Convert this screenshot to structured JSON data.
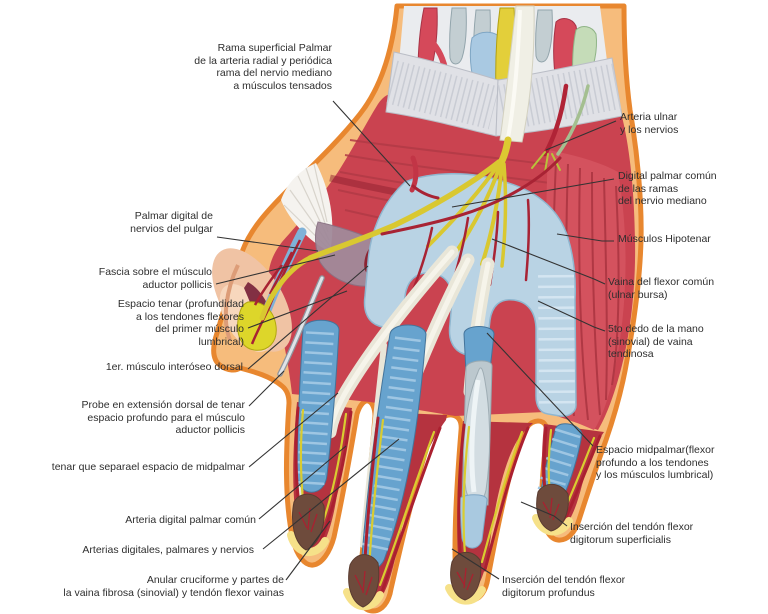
{
  "figure": {
    "subject": "Disección anatómica de la palma de la mano con vainas tendinosas, nervios y arterias"
  },
  "labels": [
    {
      "id": "rama-superficial-palmar",
      "text": "Rama superficial Palmar\nde la arteria radial y periódica\nrama del nervio mediano\na músculos tensados"
    },
    {
      "id": "arteria-ulnar",
      "text": "Arteria ulnar\ny los nervios"
    },
    {
      "id": "digital-palmar-comun",
      "text": "Digital palmar común\nde las ramas\ndel nervio mediano"
    },
    {
      "id": "musculos-hipotenar",
      "text": "Músculos Hipotenar"
    },
    {
      "id": "vaina-flexor-comun",
      "text": "Vaina del flexor común\n(ulnar bursa)"
    },
    {
      "id": "quinto-dedo-vaina",
      "text": "5to dedo de la mano\n(sinovial) de vaina\ntendinosa"
    },
    {
      "id": "espacio-midpalmar",
      "text": "Espacio midpalmar(flexor\nprofundo a los tendones\ny los músculos lumbrical)"
    },
    {
      "id": "insercion-superficialis",
      "text": "Inserción del tendón flexor\ndigitorum superficialis"
    },
    {
      "id": "insercion-profundus",
      "text": "Inserción del tendón flexor\ndigitorum profundus"
    },
    {
      "id": "palmar-digital-pulgar",
      "text": "Palmar digital de\nnervios del pulgar"
    },
    {
      "id": "fascia-aductor",
      "text": "Fascia sobre el músculo\naductor pollicis"
    },
    {
      "id": "espacio-tenar",
      "text": "Espacio tenar (profundidad\na los tendones flexores\ndel primer músculo\nlumbrical)"
    },
    {
      "id": "primer-interoseo",
      "text": "1er. músculo interóseo dorsal"
    },
    {
      "id": "probe-extension",
      "text": "Probe en extensión dorsal de tenar\nespacio profundo para el músculo\naductor pollicis"
    },
    {
      "id": "tenar-separa-midpalmar",
      "text": "tenar que separael espacio de midpalmar"
    },
    {
      "id": "arteria-digital-palmar",
      "text": "Arteria digital palmar común"
    },
    {
      "id": "arterias-digitales",
      "text": "Arterias digitales, palmares y nervios"
    },
    {
      "id": "anular-cruciforme",
      "text": "Anular cruciforme y partes de\nla vaina fibrosa (sinovial) y tendón flexor vainas"
    }
  ],
  "palette": {
    "skin": "#f6bc7c",
    "skin_outline": "#e8872f",
    "muscle_red": "#ca4350",
    "bursa_blue": "#b9d3e4",
    "tendon_sheath_blue": "#67a3ce",
    "tendon_white": "#efeee4",
    "nerve_yellow": "#ddc932",
    "artery_red": "#a82334",
    "fingertip_brown": "#6e4b3c",
    "retinaculum_gray": "#e0e1e6",
    "ulnar_nerve_green": "#c5dcb8",
    "fascia_mauve": "#a18a9a"
  }
}
